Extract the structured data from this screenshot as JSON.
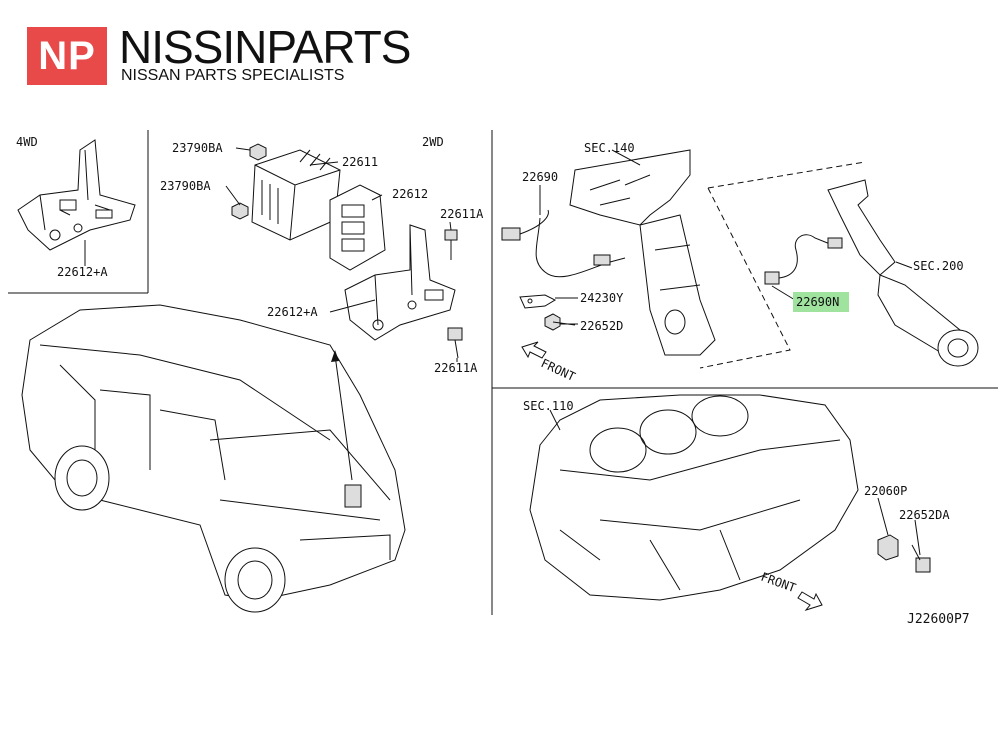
{
  "brand": {
    "badge": "NP",
    "name": "NISSINPARTS",
    "tagline": "NISSAN PARTS SPECIALISTS",
    "badge_color": "#e84a4a"
  },
  "diagram_id": "J22600P7",
  "highlight_color": "#9fe39f",
  "sections": {
    "top_left": {
      "label_4wd": "4WD",
      "label_2wd": "2WD"
    }
  },
  "labels": {
    "p_22612_plus_a_left": "22612+A",
    "p_23790ba_top": "23790BA",
    "p_23790ba_mid": "23790BA",
    "p_22611": "22611",
    "p_22612": "22612",
    "p_22611a_top": "22611A",
    "p_22612_plus_a_mid": "22612+A",
    "p_22611a_bottom": "22611A",
    "sec_140": "SEC.140",
    "p_22690": "22690",
    "p_24230y": "24230Y",
    "p_22652d": "22652D",
    "front_upper": "FRONT",
    "p_22690n": "22690N",
    "sec_200": "SEC.200",
    "sec_110": "SEC.110",
    "p_22060p": "22060P",
    "p_22652da": "22652DA",
    "front_lower": "FRONT"
  }
}
